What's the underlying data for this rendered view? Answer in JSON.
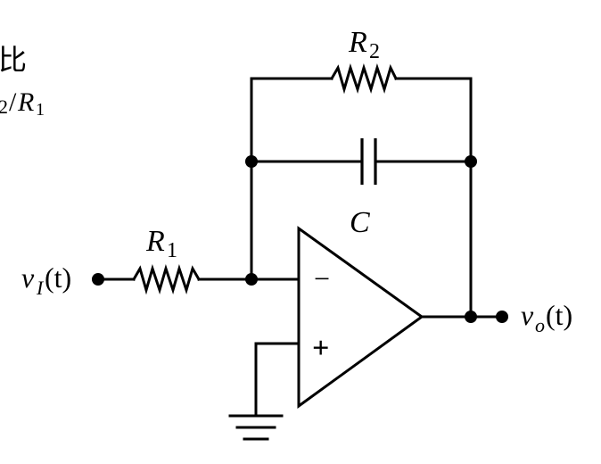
{
  "labels": {
    "r2": "R",
    "r2_sub": "2",
    "r1": "R",
    "r1_sub": "1",
    "cap": "C",
    "input_v": "v",
    "input_sub": "I",
    "input_arg": "(t)",
    "output_v": "v",
    "output_sub": "o",
    "output_arg": "(t)",
    "minus_sign": "−",
    "plus_sign": "+"
  },
  "cropped_text": {
    "line1": "比",
    "line2_a": "2",
    "line2_b": "/",
    "line2_c": "R",
    "line2_d": "1"
  }
}
